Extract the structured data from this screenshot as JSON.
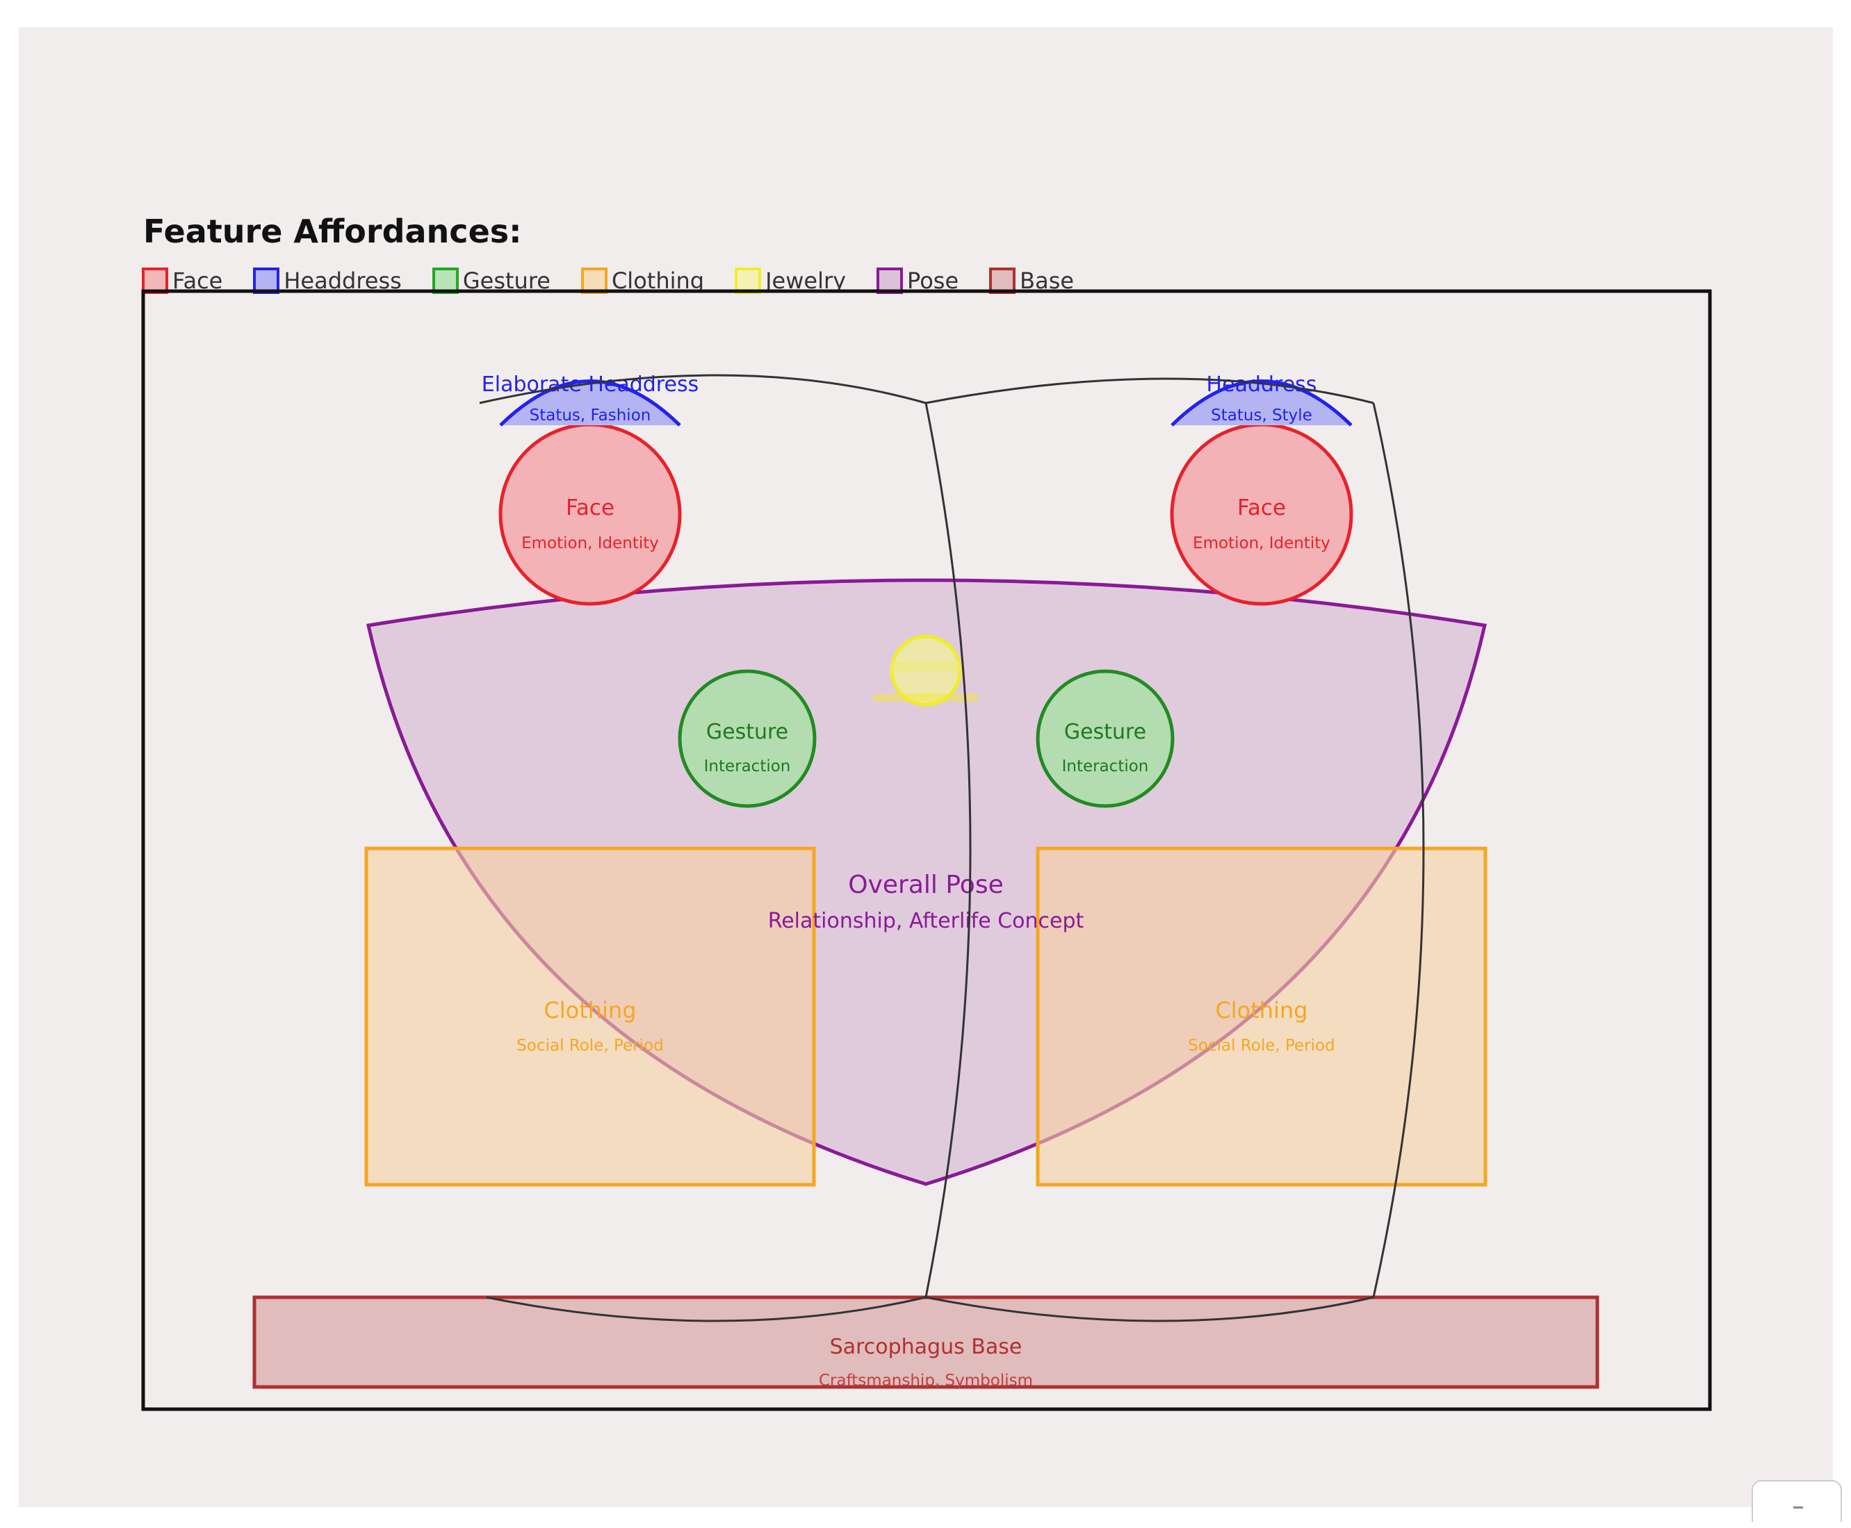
{
  "title": "Feature Affordances:",
  "legend": [
    {
      "label": "Face",
      "stroke": "#e8212b",
      "fill": "#f4b7b9"
    },
    {
      "label": "Headdress",
      "stroke": "#2222ee",
      "fill": "#b4b4f2"
    },
    {
      "label": "Gesture",
      "stroke": "#22aa22",
      "fill": "#b9e3b8"
    },
    {
      "label": "Clothing",
      "stroke": "#f5a623",
      "fill": "#f6dcb7"
    },
    {
      "label": "Jewelry",
      "stroke": "#f2ec2b",
      "fill": "#f4f1b4"
    },
    {
      "label": "Pose",
      "stroke": "#8a1a96",
      "fill": "#dbc2d9"
    },
    {
      "label": "Base",
      "stroke": "#b03030",
      "fill": "#e0bcbc"
    }
  ],
  "diagram": {
    "pose": {
      "label": "Overall Pose",
      "sublabel": "Relationship, Afterlife Concept"
    },
    "left_headdress": {
      "label": "Elaborate Headdress",
      "sublabel": "Status, Fashion"
    },
    "right_headdress": {
      "label": "Headdress",
      "sublabel": "Status, Style"
    },
    "left_face": {
      "label": "Face",
      "sublabel": "Emotion, Identity"
    },
    "right_face": {
      "label": "Face",
      "sublabel": "Emotion, Identity"
    },
    "left_gesture": {
      "label": "Gesture",
      "sublabel": "Interaction"
    },
    "right_gesture": {
      "label": "Gesture",
      "sublabel": "Interaction"
    },
    "left_clothing": {
      "label": "Clothing",
      "sublabel": "Social Role, Period"
    },
    "right_clothing": {
      "label": "Clothing",
      "sublabel": "Social Role, Period"
    },
    "base": {
      "label": "Sarcophagus Base",
      "sublabel": "Craftsmanship, Symbolism"
    }
  }
}
